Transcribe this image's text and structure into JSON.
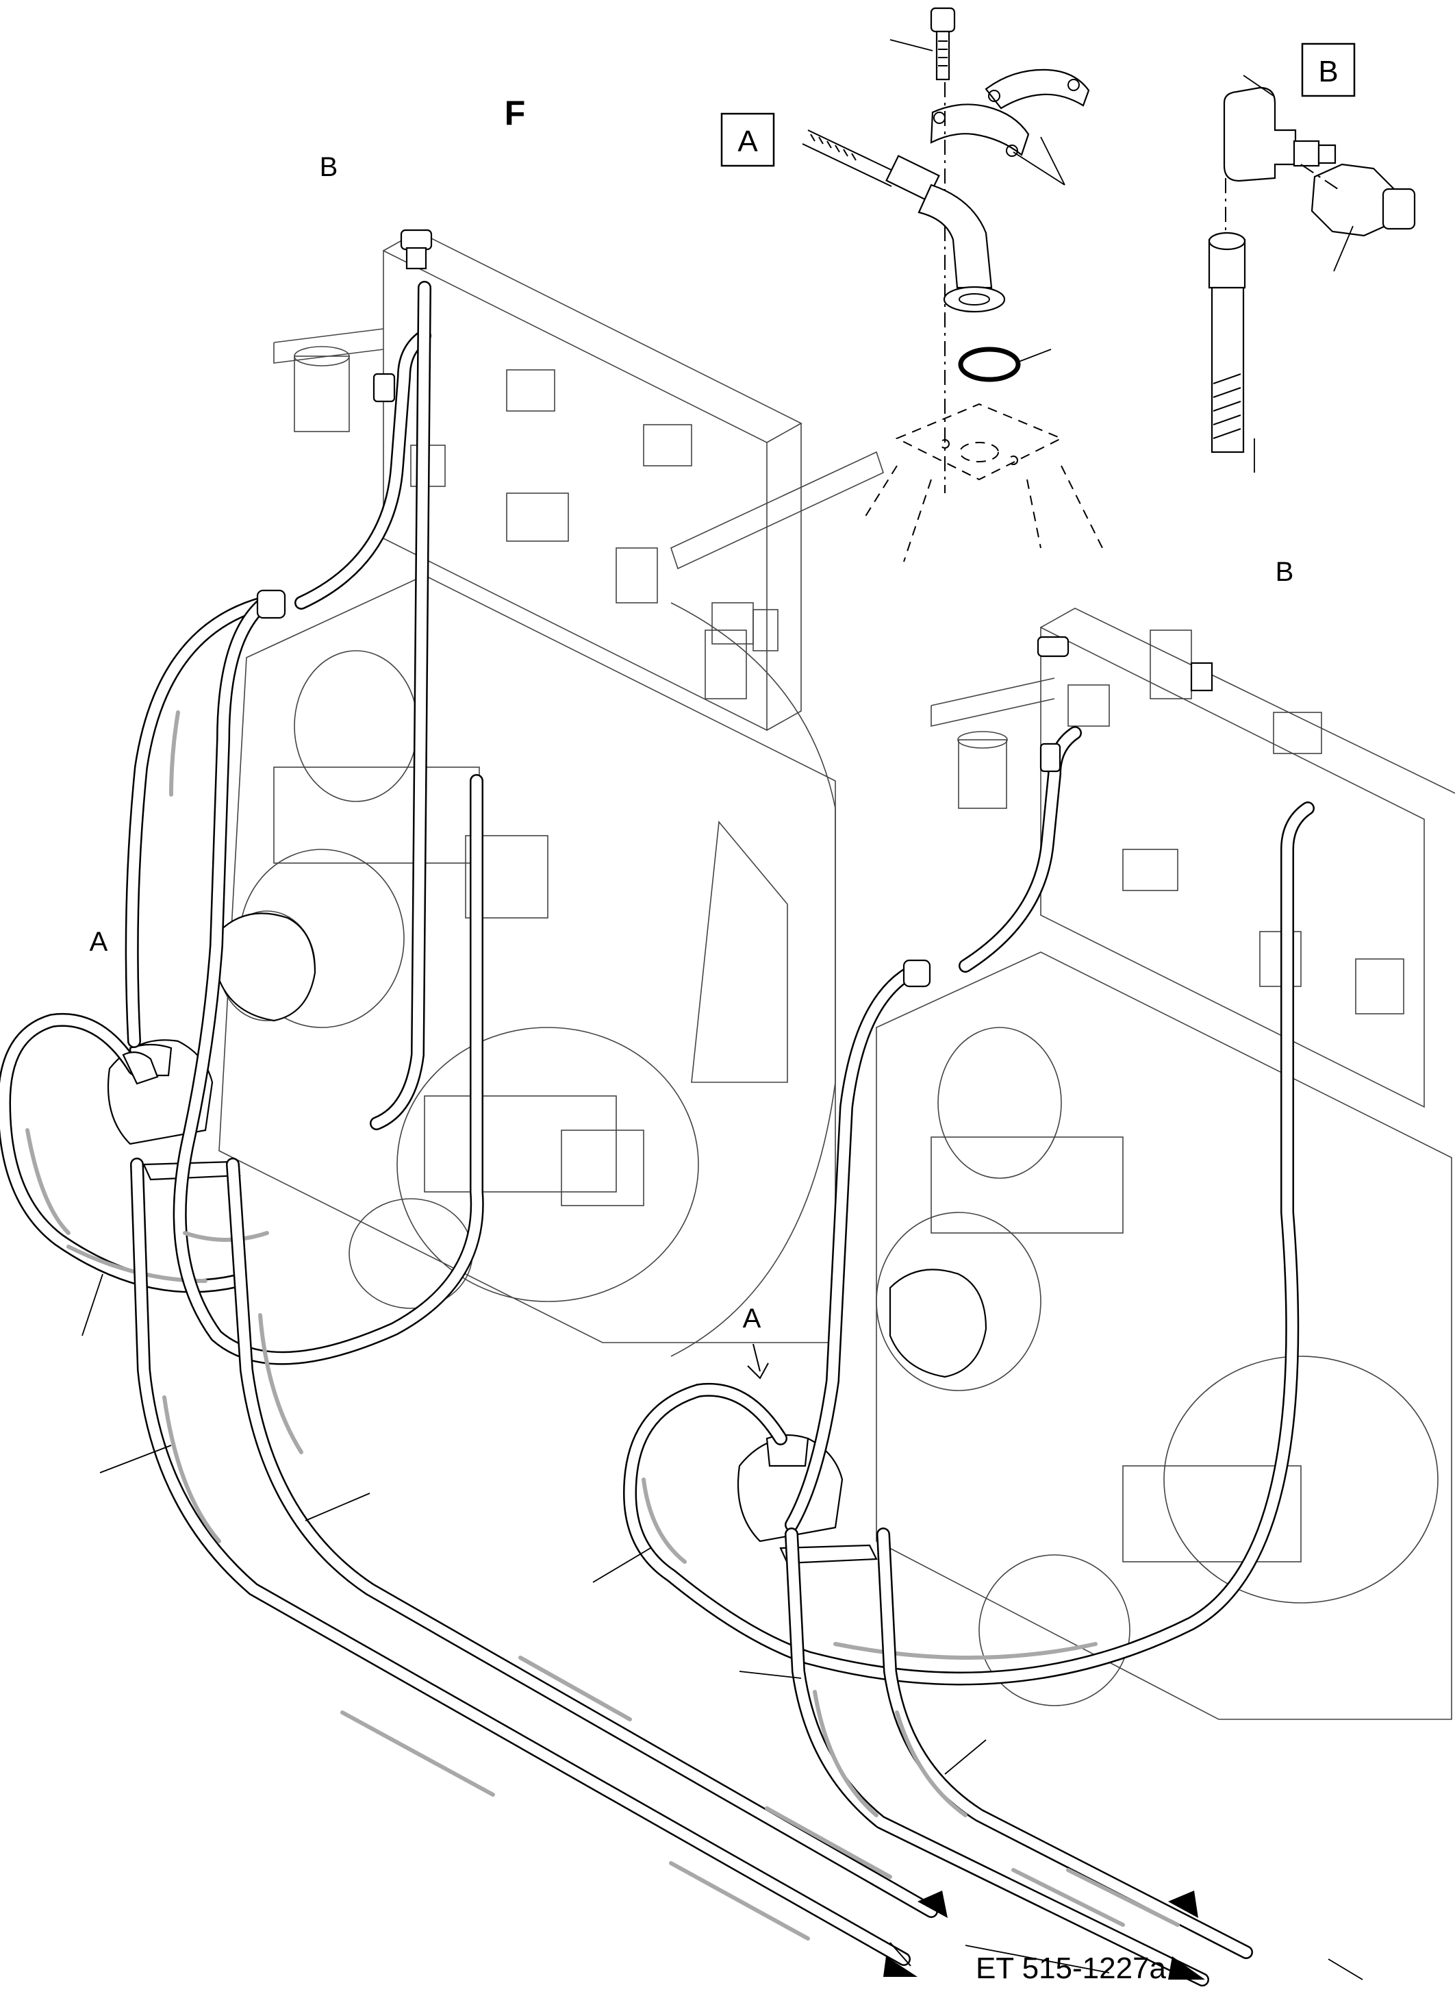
{
  "drawing": {
    "reference_code": "ET 515-1227a",
    "view_flag": "F"
  },
  "labels": {
    "a_detail_box": "A",
    "b_detail_box": "B",
    "b_left_unit": "B",
    "b_right_unit": "B",
    "a_left_unit": "A",
    "a_right_unit": "A"
  },
  "icons": {
    "arrow_style": "filled-triangle",
    "flag_glyph": "F"
  }
}
